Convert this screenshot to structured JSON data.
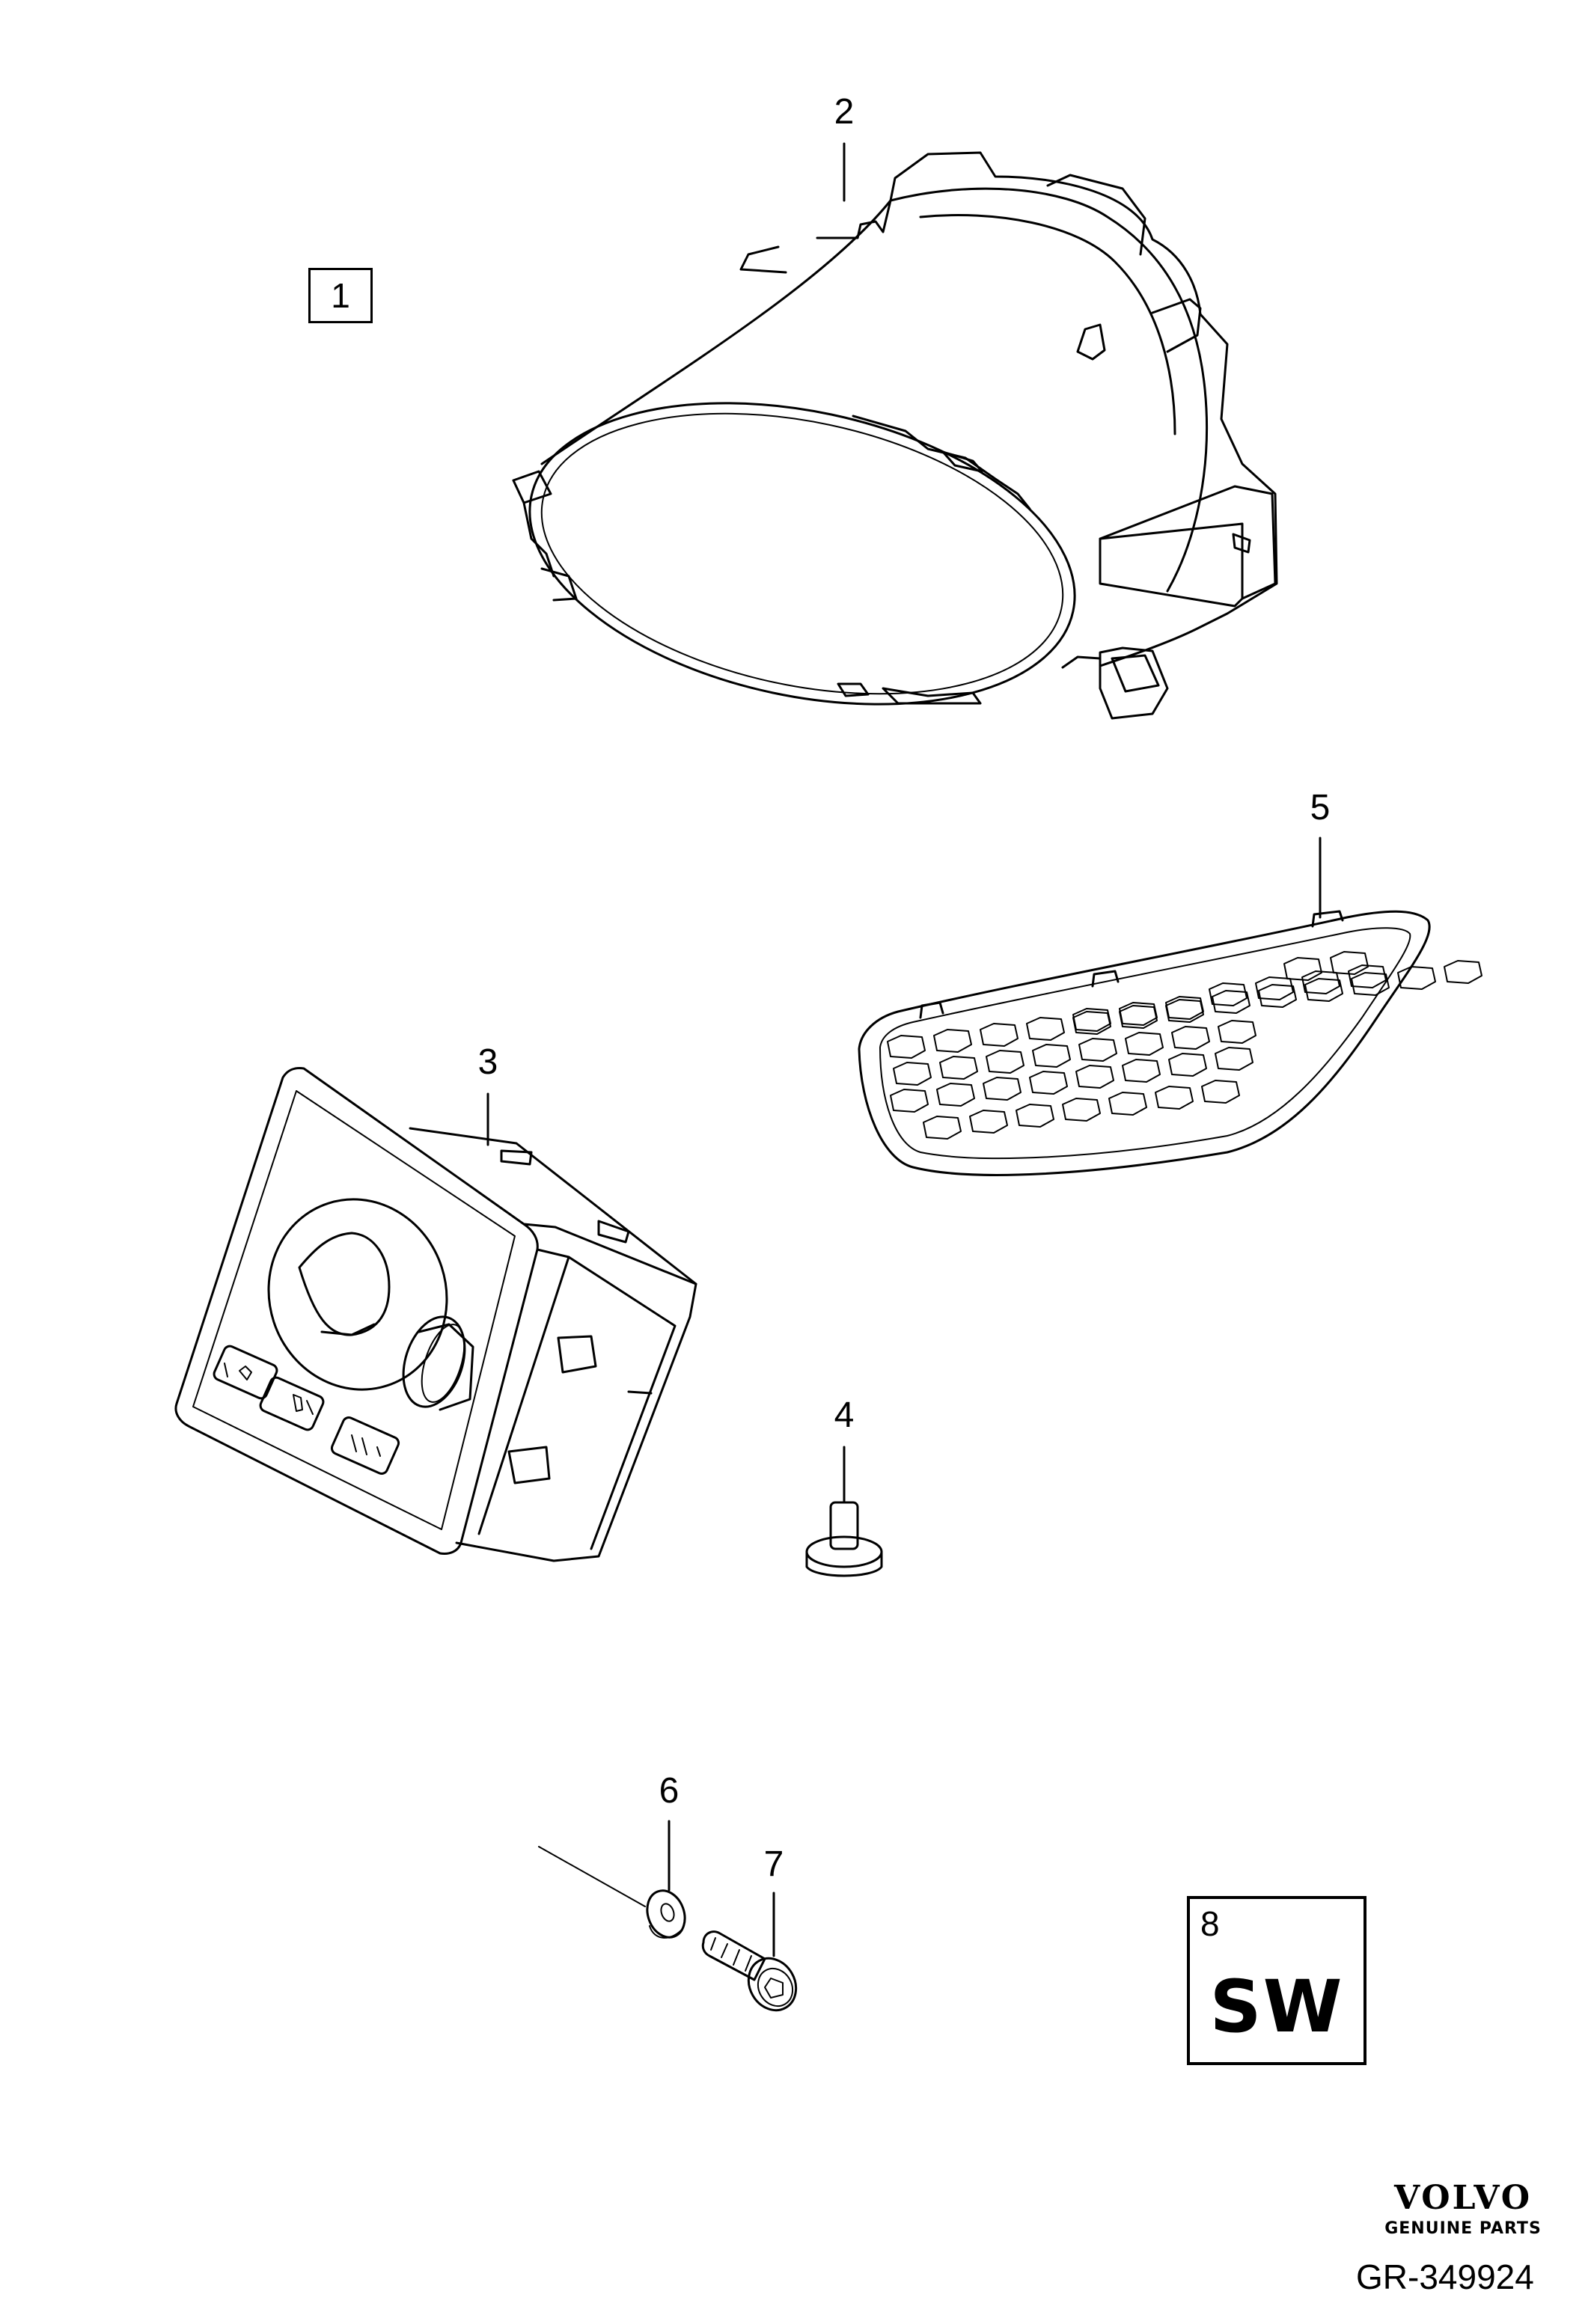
{
  "callouts": {
    "c1": "1",
    "c2": "2",
    "c3": "3",
    "c4": "4",
    "c5": "5",
    "c6": "6",
    "c7": "7",
    "c8": "8"
  },
  "sw_label": "SW",
  "brand": {
    "name": "VOLVO",
    "subtitle": "GENUINE PARTS"
  },
  "reference": "GR-349924",
  "colors": {
    "line": "#000000",
    "background": "#ffffff"
  }
}
